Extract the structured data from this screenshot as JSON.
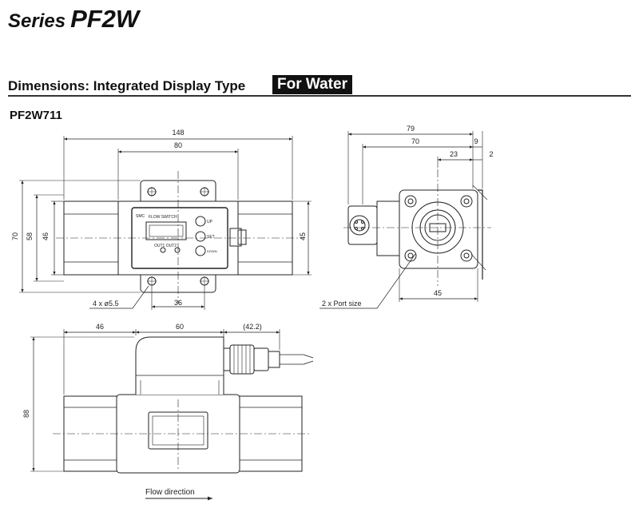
{
  "header": {
    "series_word": "Series",
    "series_model": "PF2W"
  },
  "section": {
    "title": "Dimensions: Integrated Display Type",
    "badge": "For Water"
  },
  "model": "PF2W711",
  "front_view": {
    "dims": {
      "overall_width": "148",
      "center_width": "80",
      "height_70": "70",
      "height_58": "58",
      "height_46": "46",
      "right_45": "45",
      "bottom_36": "36",
      "holes": "4 x ø5.5"
    },
    "panel": {
      "brand": "SMC",
      "label": "FLOW SWITCH",
      "outputs": "OUT1 OUT2",
      "btn_up": "UP",
      "btn_set": "SET",
      "btn_down": "DOWN"
    }
  },
  "side_view": {
    "dims": {
      "d79": "79",
      "d70": "70",
      "d23": "23",
      "d9": "9",
      "d2": "2",
      "d45": "45",
      "port": "2 x Port size"
    }
  },
  "top_view": {
    "dims": {
      "d46": "46",
      "d60": "60",
      "d42_2": "(42.2)",
      "d88": "88"
    },
    "flow_label": "Flow direction"
  }
}
